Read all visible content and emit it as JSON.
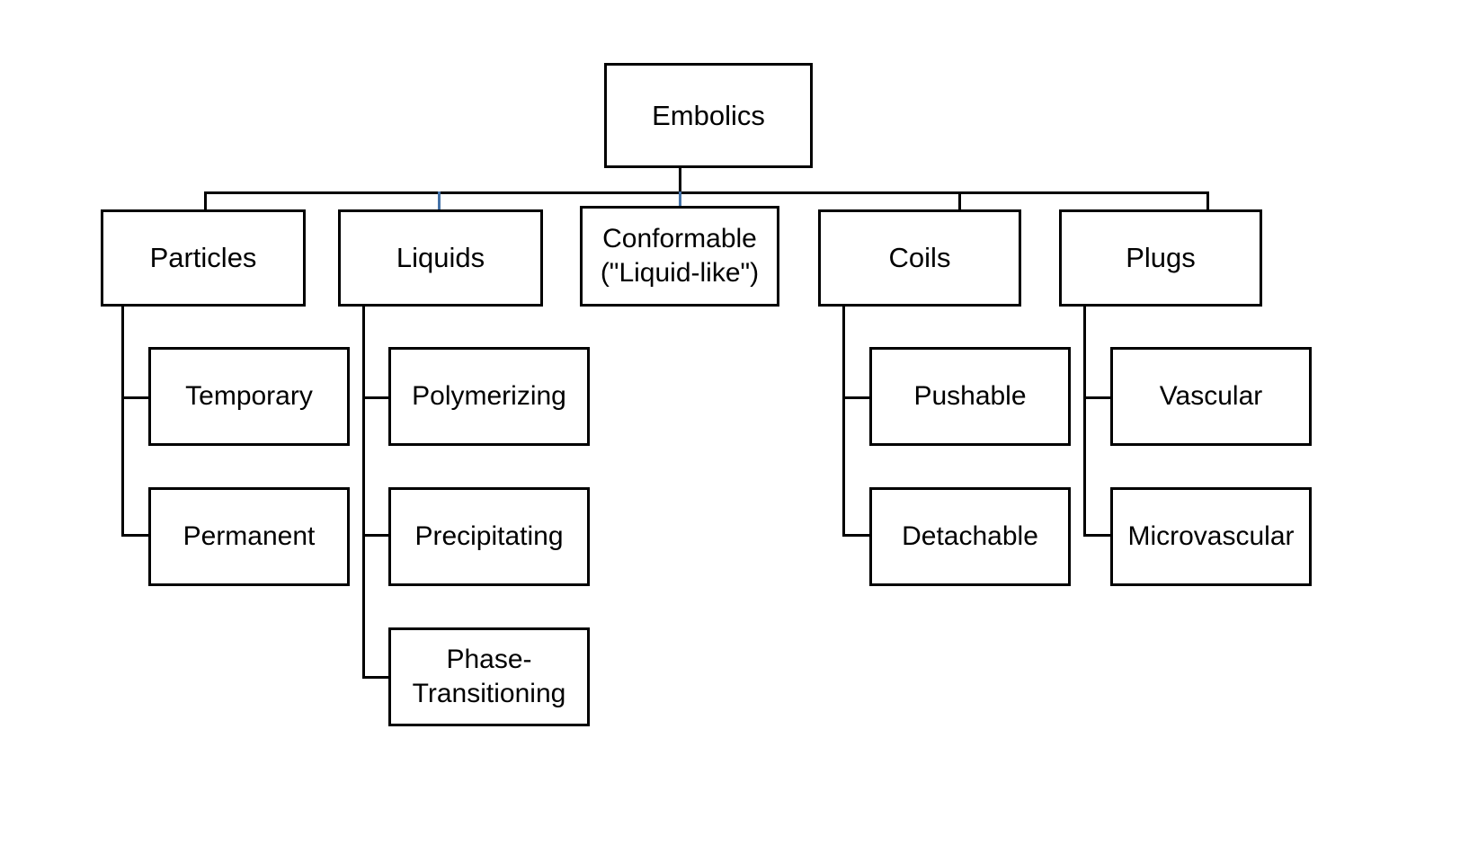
{
  "diagram": {
    "title_node": {
      "label": "Embolics"
    },
    "categories": [
      {
        "id": "particles",
        "label": "Particles"
      },
      {
        "id": "liquids",
        "label": "Liquids"
      },
      {
        "id": "conformable",
        "label_line1": "Conformable",
        "label_line2": "(\"Liquid-like\")"
      },
      {
        "id": "coils",
        "label": "Coils"
      },
      {
        "id": "plugs",
        "label": "Plugs"
      }
    ],
    "subtypes": {
      "particles": [
        {
          "label": "Temporary"
        },
        {
          "label": "Permanent"
        }
      ],
      "liquids": [
        {
          "label": "Polymerizing"
        },
        {
          "label": "Precipitating"
        },
        {
          "label_line1": "Phase-",
          "label_line2": "Transitioning"
        }
      ],
      "conformable": [],
      "coils": [
        {
          "label": "Pushable"
        },
        {
          "label": "Detachable"
        }
      ],
      "plugs": [
        {
          "label": "Vascular"
        },
        {
          "label": "Microvascular"
        }
      ]
    },
    "colors": {
      "stroke": "#000000",
      "accent_connector": "#4472a8",
      "background": "#ffffff",
      "text": "#000000"
    }
  }
}
